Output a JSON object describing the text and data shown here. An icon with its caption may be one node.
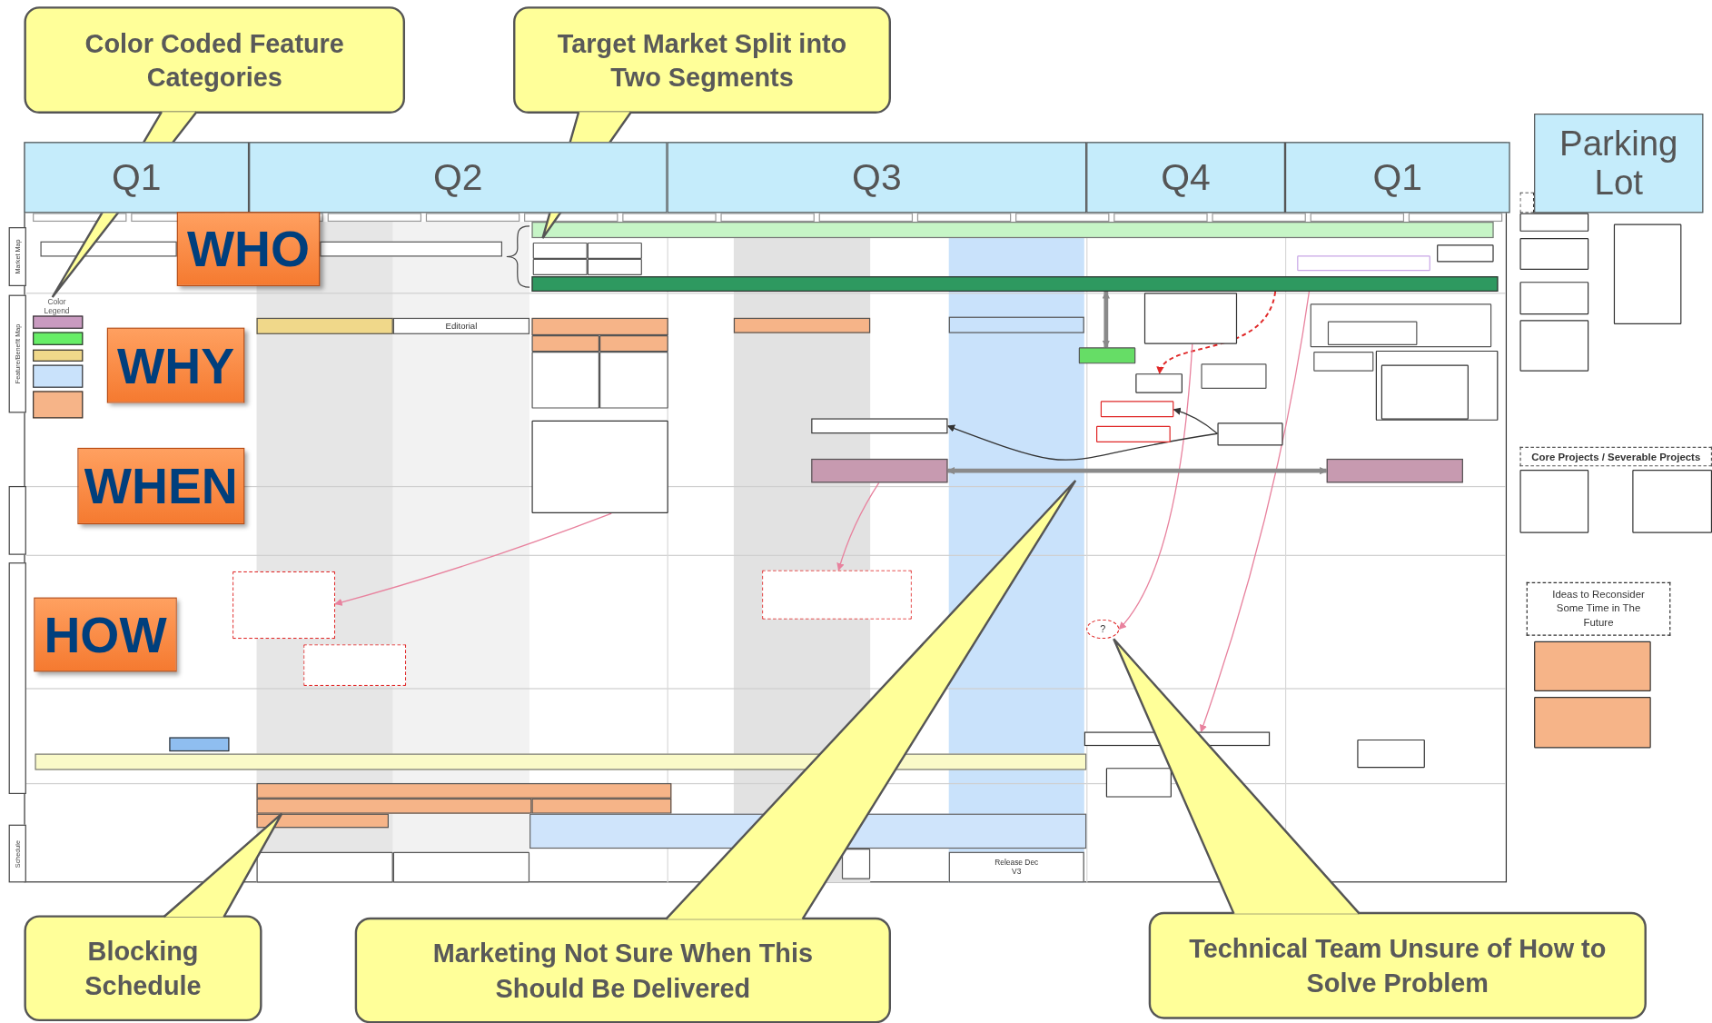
{
  "diagram": {
    "nodes": [
      {
        "text": [
          "Color Coded Feature Categories"
        ]
      },
      {
        "text": [
          "Target Market Split into Two Segments"
        ]
      },
      {
        "text": [
          "Blocking Schedule"
        ]
      },
      {
        "text": [
          "Marketing Not Sure When This Should Be Delivered"
        ]
      },
      {
        "text": [
          "Technical Team Unsure of How to Solve Problem"
        ]
      },
      {
        "text": [
          "Q1"
        ]
      },
      {
        "text": [
          "Q2"
        ]
      },
      {
        "text": [
          "Q3"
        ]
      },
      {
        "text": [
          "Q4"
        ]
      },
      {
        "text": [
          "Q1"
        ]
      },
      {
        "text": [
          "Parking Lot"
        ]
      },
      {
        "text": [
          "WHO"
        ]
      },
      {
        "text": [
          "WHY"
        ]
      },
      {
        "text": [
          "WHEN"
        ]
      },
      {
        "text": [
          "HOW"
        ]
      },
      {
        "text": [
          "Editorial"
        ]
      },
      {
        "text": [
          "Release Dec V3"
        ]
      },
      {
        "text": [
          "Core Projects / Severable Projects"
        ]
      },
      {
        "text": [
          "Ideas to Reconsider Some Time in The Future"
        ]
      },
      {
        "text": [
          "?"
        ]
      },
      {
        "text": [
          "Color Legend"
        ]
      },
      {
        "text": [],
        "shape": "box"
      },
      {
        "text": [],
        "shape": "box"
      },
      {
        "text": [],
        "shape": "bar"
      },
      {
        "text": [],
        "shape": "box"
      },
      {
        "text": [],
        "shape": "bar"
      },
      {
        "text": [],
        "shape": "box"
      },
      {
        "text": [],
        "shape": "box"
      },
      {
        "text": [],
        "shape": "bar"
      },
      {
        "text": [],
        "shape": "bar"
      },
      {
        "text": [],
        "shape": "box"
      },
      {
        "text": [],
        "shape": "box"
      },
      {
        "text": [],
        "shape": "bar"
      },
      {
        "text": [],
        "shape": "box"
      },
      {
        "text": [],
        "shape": "bar"
      },
      {
        "text": [],
        "shape": "bar"
      },
      {
        "text": [],
        "shape": "box"
      },
      {
        "text": [],
        "shape": "box"
      },
      {
        "text": [],
        "shape": "box"
      },
      {
        "text": [],
        "shape": "box"
      },
      {
        "text": [],
        "shape": "bar"
      },
      {
        "text": [],
        "shape": "bar"
      },
      {
        "text": [],
        "shape": "box"
      },
      {
        "text": [],
        "shape": "box"
      },
      {
        "text": [],
        "shape": "box"
      },
      {
        "text": [],
        "shape": "box"
      },
      {
        "text": [],
        "shape": "bar"
      },
      {
        "text": [],
        "shape": "bar"
      },
      {
        "text": [],
        "shape": "box"
      },
      {
        "text": [],
        "shape": "box"
      },
      {
        "text": [],
        "shape": "box"
      },
      {
        "text": [],
        "shape": "box"
      },
      {
        "text": [],
        "shape": "box"
      },
      {
        "text": [],
        "shape": "box",
        "in": 52
      },
      {
        "text": [],
        "shape": "box"
      },
      {
        "text": [],
        "shape": "box"
      },
      {
        "text": [],
        "shape": "box",
        "in": 55
      },
      {
        "text": [],
        "shape": "bar"
      },
      {
        "text": [],
        "shape": "bar"
      },
      {
        "text": [],
        "shape": "box"
      },
      {
        "text": [],
        "shape": "box"
      },
      {
        "text": [],
        "shape": "bar"
      },
      {
        "text": [],
        "shape": "bar"
      },
      {
        "text": [],
        "shape": "bar"
      },
      {
        "text": [],
        "shape": "bar"
      },
      {
        "text": [],
        "shape": "bar"
      },
      {
        "text": [],
        "shape": "box"
      },
      {
        "text": [],
        "shape": "box"
      },
      {
        "text": [],
        "shape": "box"
      },
      {
        "text": [],
        "shape": "box"
      },
      {
        "text": [],
        "shape": "box"
      },
      {
        "text": [],
        "shape": "box"
      },
      {
        "text": [],
        "shape": "box"
      },
      {
        "text": [],
        "shape": "box"
      },
      {
        "text": [],
        "shape": "box"
      },
      {
        "text": [],
        "shape": "box"
      },
      {
        "text": [],
        "shape": "box"
      },
      {
        "text": [],
        "shape": "box"
      },
      {
        "text": [],
        "shape": "box"
      },
      {
        "text": [],
        "shape": "box"
      },
      {
        "text": [],
        "shape": "bar"
      }
    ],
    "edges": [
      {
        "from": 0,
        "to": 20,
        "arrow": "none"
      },
      {
        "from": 1,
        "to": 34,
        "arrow": "none"
      },
      {
        "from": 2,
        "to": 62,
        "arrow": "none"
      },
      {
        "from": 3,
        "to": null,
        "arrow": "none"
      },
      {
        "from": 4,
        "to": 19,
        "arrow": "none"
      },
      {
        "from": 21,
        "to": 22,
        "arrow": "to",
        "color": "#e8829e"
      },
      {
        "from": 23,
        "to": 24,
        "arrow": "to",
        "color": "#e8829e"
      },
      {
        "from": 29,
        "to": 31,
        "arrow": "to",
        "style": "dashed",
        "color": "#e02828"
      },
      {
        "from": 30,
        "to": 19,
        "arrow": "to",
        "color": "#e8829e"
      },
      {
        "from": 29,
        "to": 32,
        "arrow": "to",
        "color": "#e8829e"
      },
      {
        "from": 26,
        "to": 25,
        "arrow": "to",
        "color": "#333333"
      },
      {
        "from": 26,
        "to": 27,
        "arrow": "to",
        "color": "#333333"
      },
      {
        "from": 23,
        "to": 28,
        "arrow": "both",
        "style": "thick",
        "color": "#8a8a8a"
      },
      {
        "from": 29,
        "to": 33,
        "arrow": "both",
        "style": "thick",
        "color": "#8a8a8a"
      }
    ],
    "labels": [
      "Market Map",
      "Feature/Benefit Map",
      "Schedule"
    ]
  }
}
